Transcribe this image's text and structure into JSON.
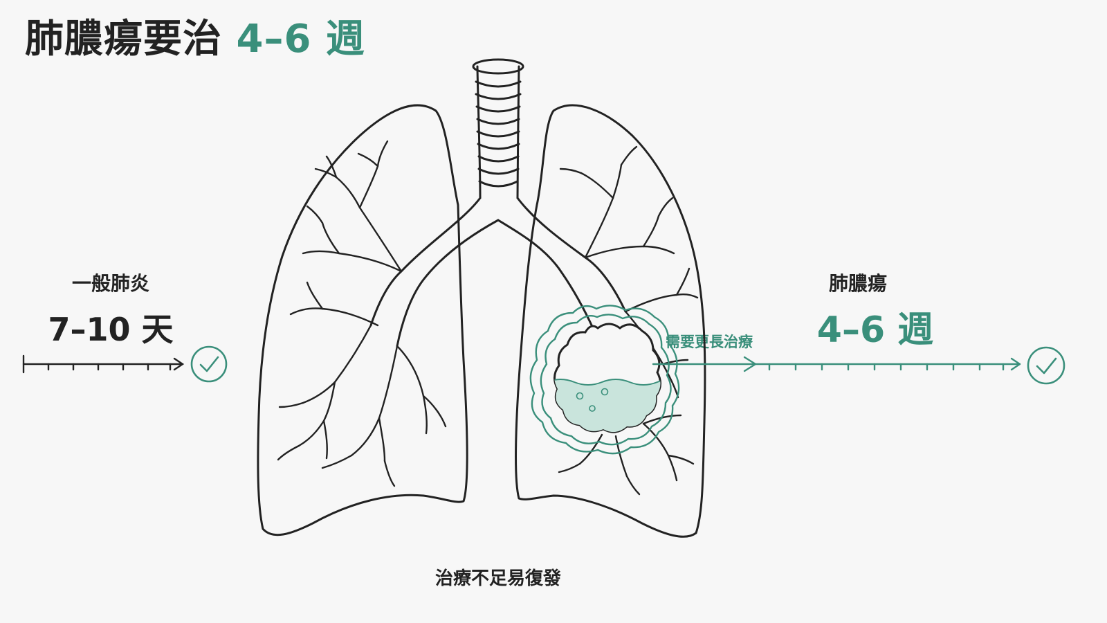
{
  "title": {
    "main": "肺膿瘍要治",
    "duration": "4–6 週"
  },
  "pneumonia": {
    "label": "一般肺炎",
    "duration": "7–10 天"
  },
  "abscess": {
    "label": "肺膿瘍",
    "duration": "4–6 週",
    "note": "需要更長治療"
  },
  "footer": {
    "note": "治療不足易復發"
  },
  "colors": {
    "accent": "#3a8f7b",
    "ink": "#222222",
    "fluid": "#c9e4dc"
  },
  "icons": {
    "done": "check-circle-icon"
  }
}
